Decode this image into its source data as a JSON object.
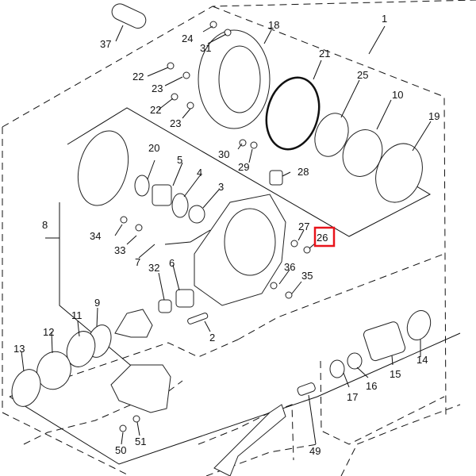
{
  "diagram": {
    "title": "Drive shaft / gear case exploded parts diagram",
    "highlighted_part": "26",
    "highlight_color": "#e8141b",
    "callouts": {
      "c1": "1",
      "c2": "2",
      "c3": "3",
      "c4": "4",
      "c5": "5",
      "c6": "6",
      "c7": "7",
      "c8": "8",
      "c9": "9",
      "c10": "10",
      "c11": "11",
      "c12": "12",
      "c13": "13",
      "c14": "14",
      "c15": "15",
      "c16": "16",
      "c17": "17",
      "c18": "18",
      "c19": "19",
      "c20": "20",
      "c21": "21",
      "c22a": "22",
      "c22b": "22",
      "c23a": "23",
      "c23b": "23",
      "c24": "24",
      "c25": "25",
      "c26": "26",
      "c27": "27",
      "c28": "28",
      "c29": "29",
      "c30": "30",
      "c31": "31",
      "c32": "32",
      "c33": "33",
      "c34": "34",
      "c35": "35",
      "c36": "36",
      "c37": "37",
      "c49": "49",
      "c50": "50",
      "c51": "51"
    }
  }
}
